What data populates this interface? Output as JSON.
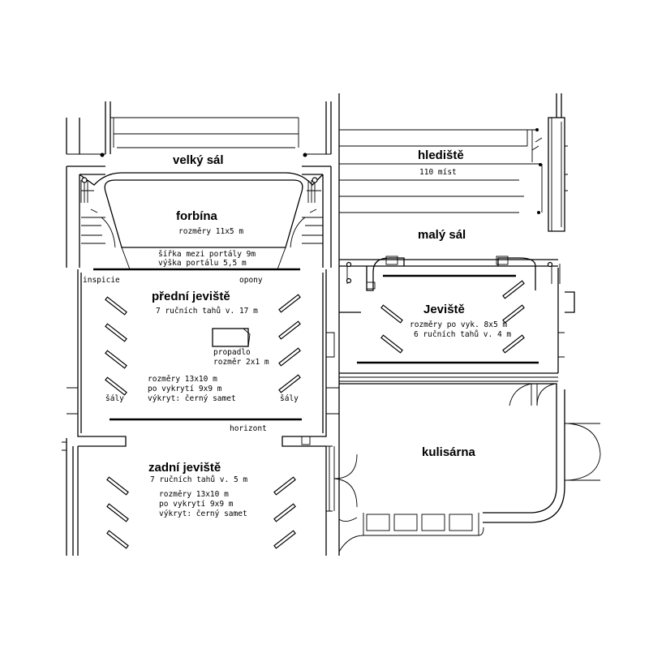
{
  "labels": {
    "velky_sal": "velký sál",
    "forbina": "forbína",
    "forbina_size": "rozměry 11x5 m",
    "portal_width": "šířka mezi portály 9m",
    "portal_height": "výška portálu 5,5 m",
    "inspicie": "inspicie",
    "opony": "opony",
    "predni_jeviste": "přední jeviště",
    "predni_tahy": "7 ručních tahů v. 17 m",
    "propadlo": "propadlo",
    "propadlo_size": "rozměr 2x1 m",
    "predni_rozmery": "rozměry 13x10 m",
    "predni_vykryti": "po vykrytí 9x9 m",
    "predni_vykryt": "výkryt: černý samet",
    "saly_left": "šály",
    "saly_right": "šály",
    "horizont": "horizont",
    "zadni_jeviste": "zadní jeviště",
    "zadni_tahy": "7 ručních tahů v. 5 m",
    "zadni_rozmery": "rozměry 13x10 m",
    "zadni_vykryti": "po vykrytí 9x9 m",
    "zadni_vykryt": "výkryt: černý samet",
    "hlediste": "hlediště",
    "hlediste_capacity": "110 míst",
    "maly_sal": "malý sál",
    "jeviste": "Jeviště",
    "jeviste_rozmery": "rozměry po vyk. 8x5 m",
    "jeviste_tahy": "6 ručních tahů v. 4 m",
    "kulisarna": "kulisárna"
  },
  "colors": {
    "line": "#000000",
    "background": "#ffffff"
  }
}
